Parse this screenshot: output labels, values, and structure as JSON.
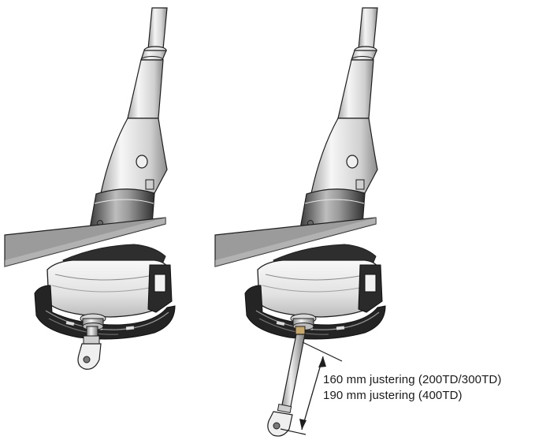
{
  "annotation": {
    "line_1": "160 mm justering (200TD/300TD)",
    "line_2": "190 mm justering (400TD)"
  },
  "colors": {
    "outline": "#1e1e1e",
    "metal_light": "#f2f2f2",
    "metal_mid": "#c8c8c8",
    "metal_dark": "#555555",
    "deck": "#9a9a9a",
    "deck_edge": "#d4d4d4",
    "rubber": "#2a2a2a"
  },
  "figures": [
    {
      "name": "actuator-assembly-retracted",
      "rod_extended": false
    },
    {
      "name": "actuator-assembly-extended",
      "rod_extended": true
    }
  ]
}
